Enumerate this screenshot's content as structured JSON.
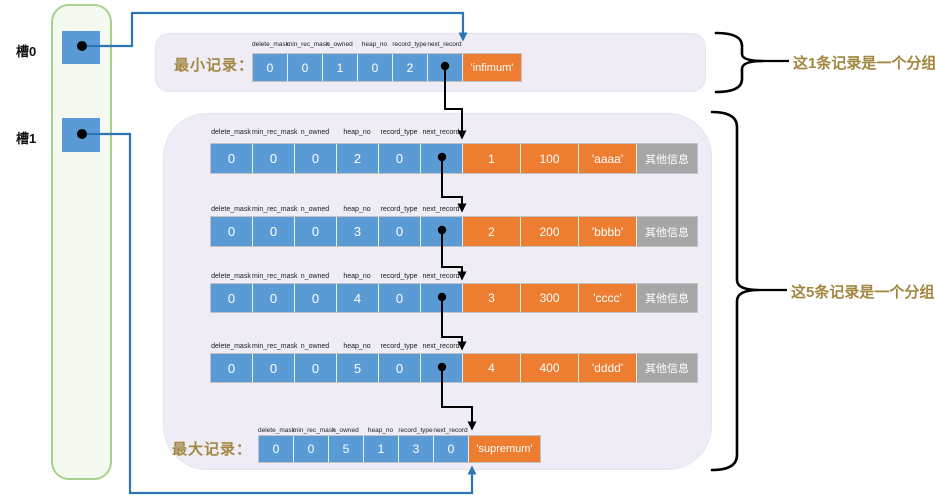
{
  "slots": {
    "slot0": "槽0",
    "slot1": "槽1"
  },
  "row_labels": {
    "min_record": "最小记录：",
    "max_record": "最大记录："
  },
  "annotations": {
    "group_of_1": "这1条记录是一个分组",
    "group_of_5": "这5条记录是一个分组"
  },
  "header_fields": [
    "delete_mask",
    "min_rec_mask",
    "n_owned",
    "heap_no",
    "record_type",
    "next_record"
  ],
  "infimum_record": {
    "values": [
      "0",
      "0",
      "1",
      "0",
      "2",
      ""
    ],
    "payload": "'infimum'"
  },
  "user_records": [
    {
      "values": [
        "0",
        "0",
        "0",
        "2",
        "0",
        ""
      ],
      "columns": [
        "1",
        "100",
        "'aaaa'"
      ],
      "extra": "其他信息"
    },
    {
      "values": [
        "0",
        "0",
        "0",
        "3",
        "0",
        ""
      ],
      "columns": [
        "2",
        "200",
        "'bbbb'"
      ],
      "extra": "其他信息"
    },
    {
      "values": [
        "0",
        "0",
        "0",
        "4",
        "0",
        ""
      ],
      "columns": [
        "3",
        "300",
        "'cccc'"
      ],
      "extra": "其他信息"
    },
    {
      "values": [
        "0",
        "0",
        "0",
        "5",
        "0",
        ""
      ],
      "columns": [
        "4",
        "400",
        "'dddd'"
      ],
      "extra": "其他信息"
    }
  ],
  "supremum_record": {
    "values": [
      "0",
      "0",
      "5",
      "1",
      "3",
      "0"
    ],
    "payload": "'supremum'"
  },
  "colors": {
    "cell_blue": "#5b9bd5",
    "cell_orange": "#ed7d31",
    "cell_gray": "#a6a6a6",
    "panel": "#efecf6",
    "slot_green_fill": "#f4faf0",
    "slot_green_border": "#a9d18e",
    "accent_text": "#a1873f",
    "connector_blue": "#2e75b6",
    "arrow_black": "#000000"
  }
}
